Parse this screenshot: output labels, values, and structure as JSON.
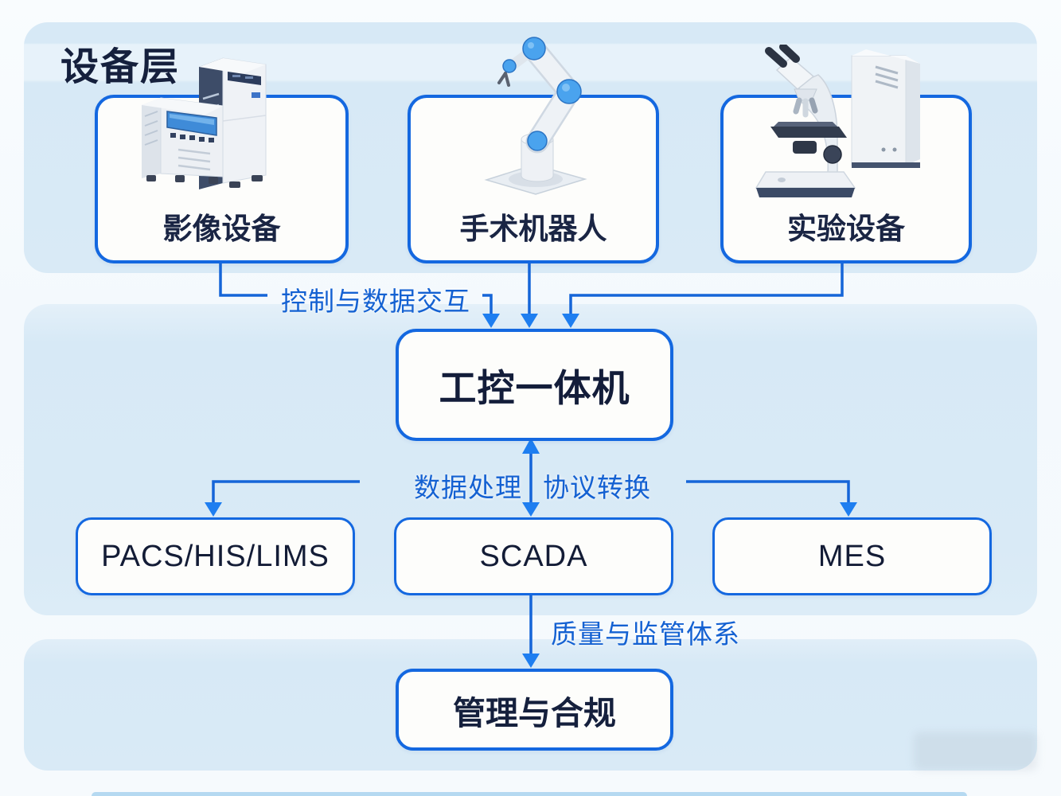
{
  "device_layer": {
    "label": "设备层",
    "devices": [
      {
        "label": "影像设备",
        "icon": "imaging-device-icon"
      },
      {
        "label": "手术机器人",
        "icon": "surgical-robot-icon"
      },
      {
        "label": "实验设备",
        "icon": "lab-equipment-icon"
      }
    ]
  },
  "nodes": {
    "ipc": "工控一体机",
    "pacs": "PACS/HIS/LIMS",
    "scada": "SCADA",
    "mes": "MES",
    "compliance": "管理与合规"
  },
  "edges": {
    "control_data": "控制与数据交互",
    "data_processing": "数据处理",
    "protocol_conversion": "协议转换",
    "quality_regulation": "质量与监管体系"
  },
  "colors": {
    "panel_blue": "#d7e9f6",
    "box_border_blue": "#1468e0",
    "connector_blue": "#1565d8",
    "arrowhead_blue": "#1e7ef0",
    "label_blue": "#1461d2",
    "dark_text": "#15203d",
    "box_fill": "#fdfdfb"
  }
}
